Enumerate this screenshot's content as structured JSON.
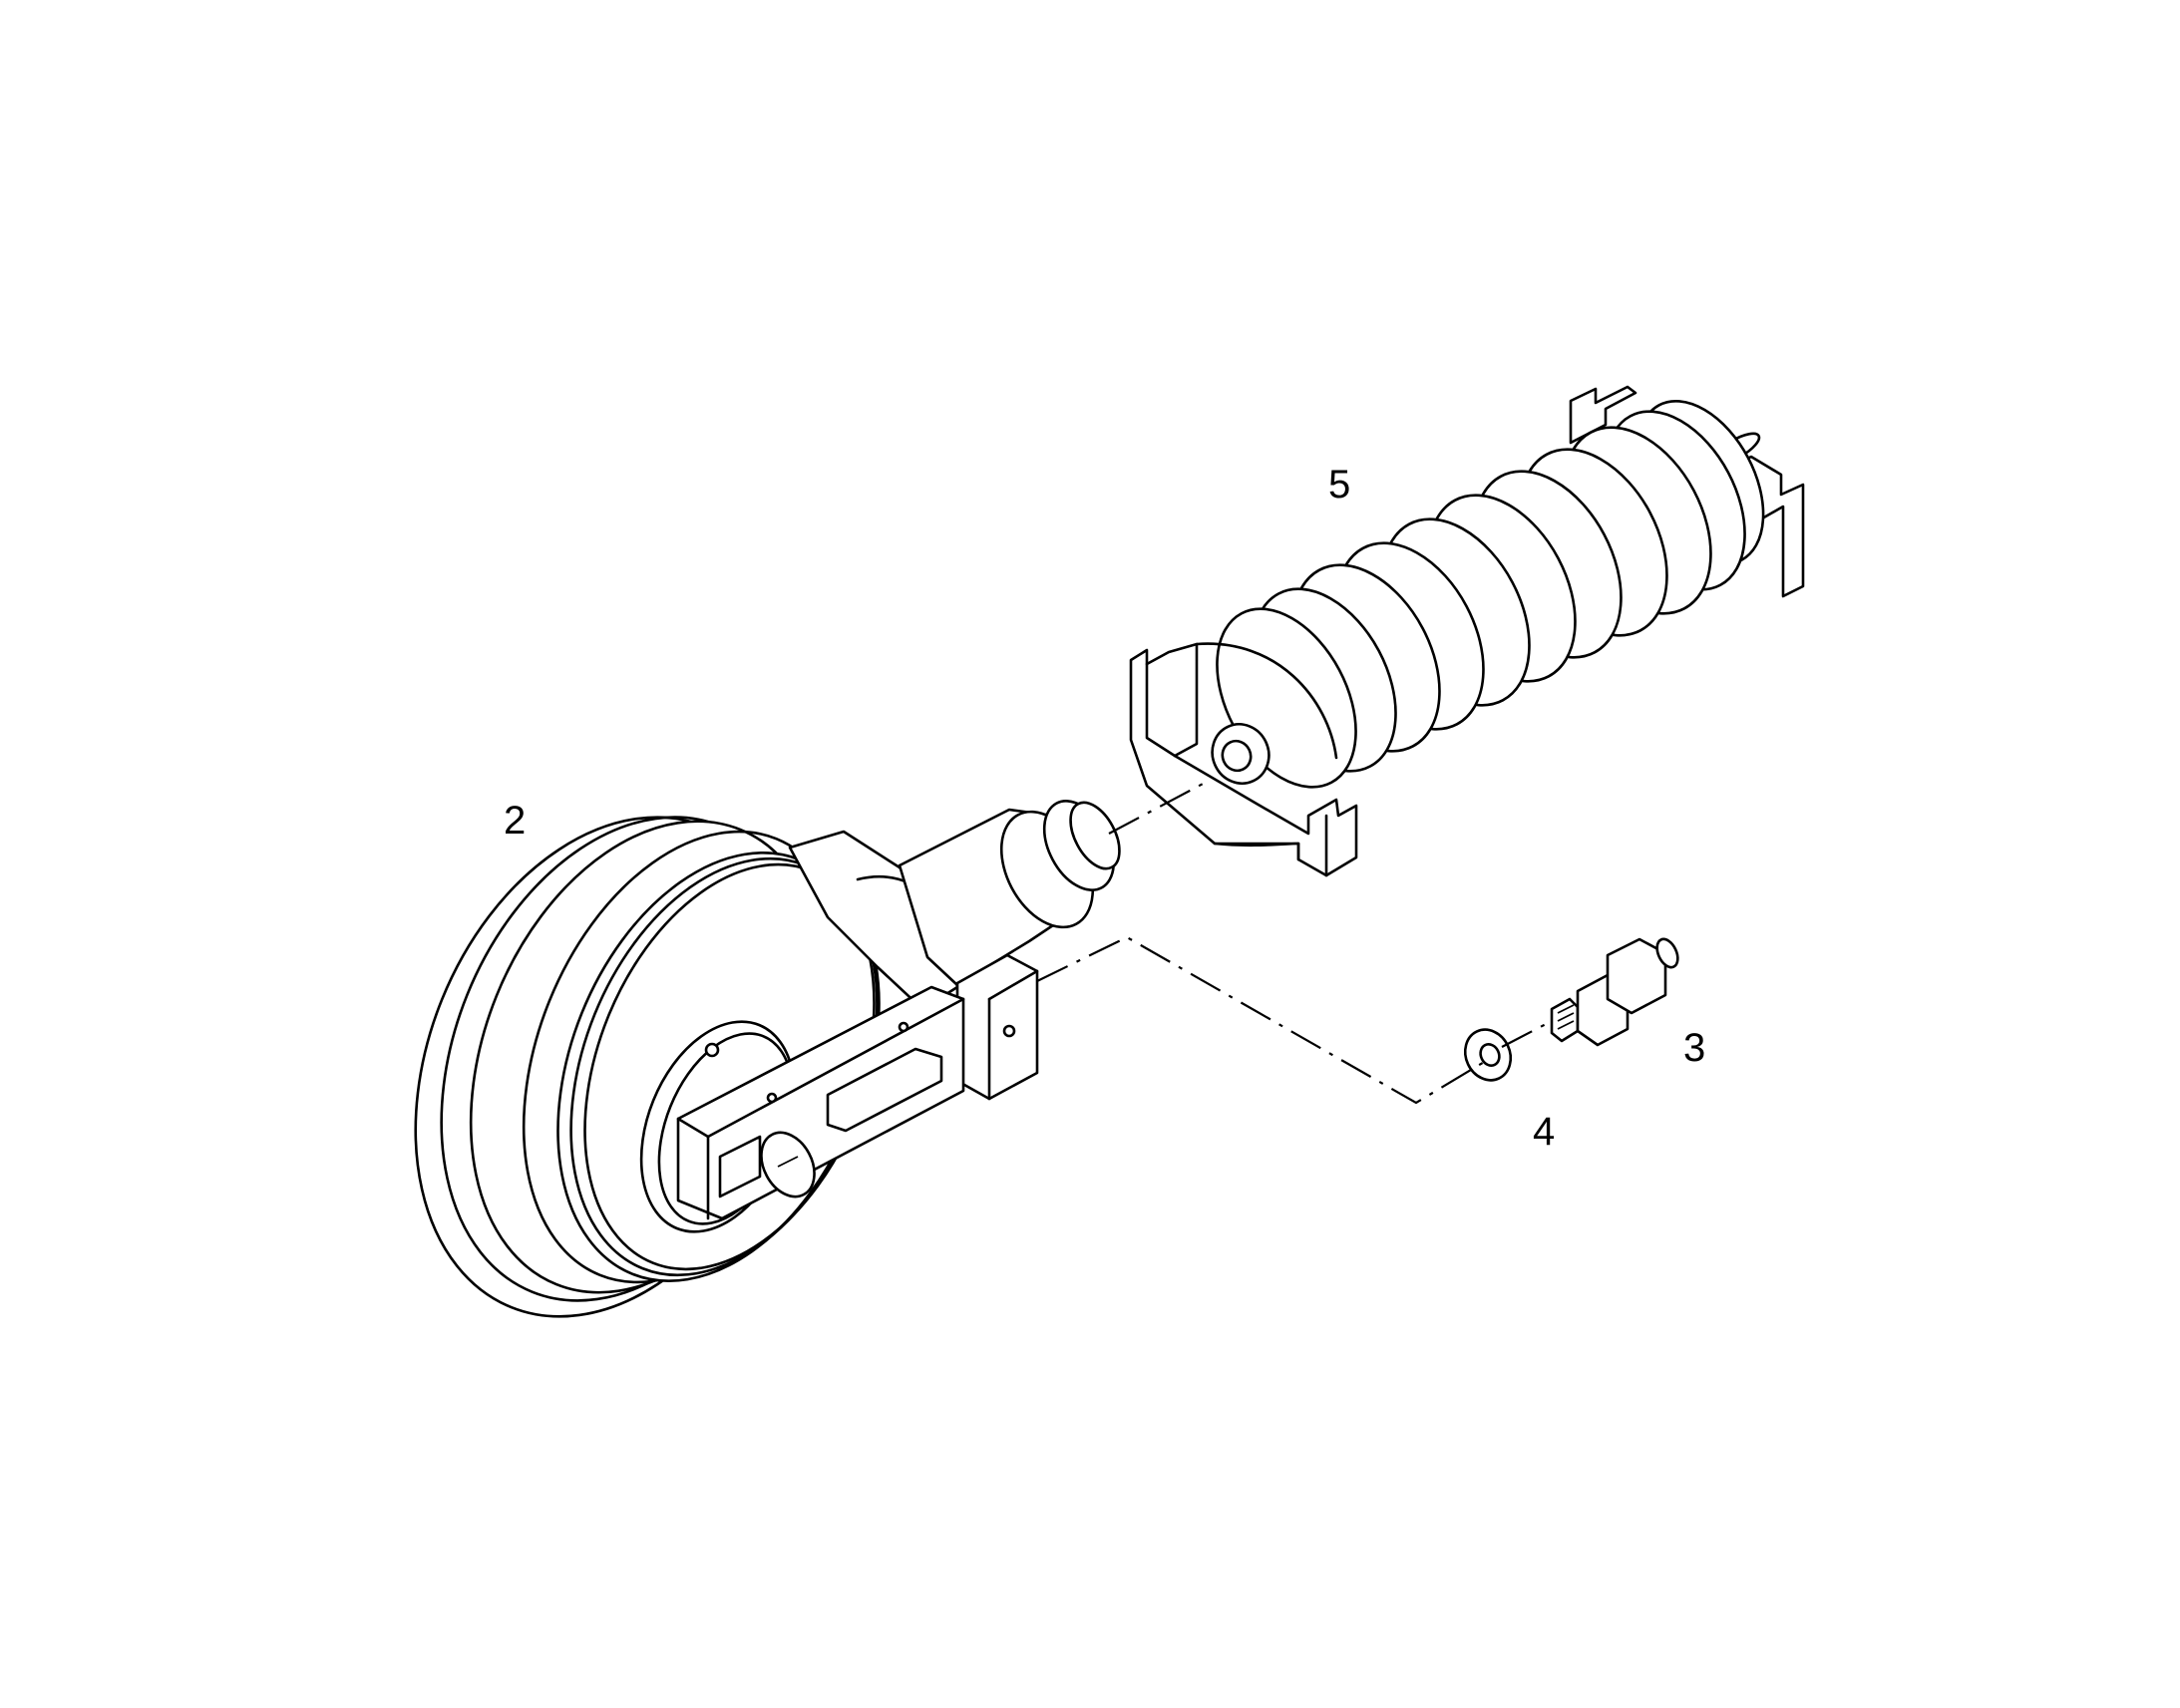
{
  "callouts": {
    "part_2": "2",
    "part_3": "3",
    "part_4": "4",
    "part_5": "5"
  },
  "colors": {
    "line": "#000000",
    "background": "#ffffff"
  }
}
